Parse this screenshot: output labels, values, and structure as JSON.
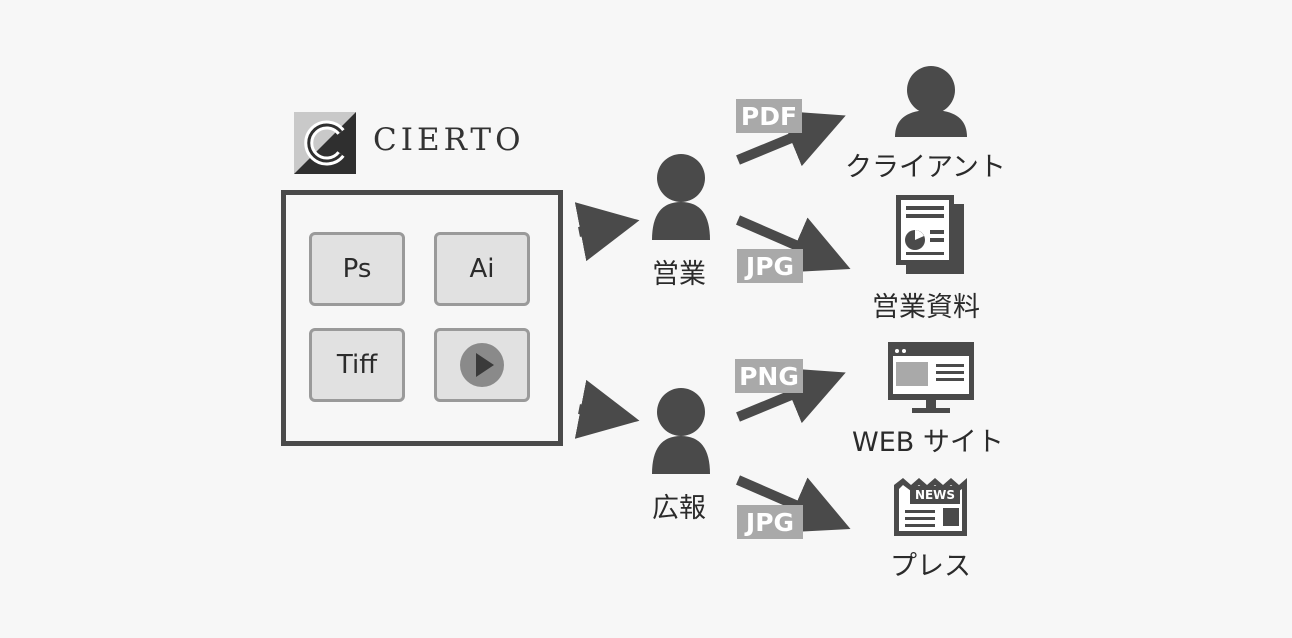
{
  "logo": {
    "name": "CIERTO",
    "icon": "cierto-logo-icon"
  },
  "repository": {
    "tiles": [
      {
        "label": "Ps"
      },
      {
        "label": "Ai"
      },
      {
        "label": "Tiff"
      },
      {
        "label": "",
        "icon": "play-icon"
      }
    ]
  },
  "departments": [
    {
      "label": "営業",
      "icon": "person-icon"
    },
    {
      "label": "広報",
      "icon": "person-icon"
    }
  ],
  "formats": [
    "PDF",
    "JPG",
    "PNG",
    "JPG"
  ],
  "destinations": [
    {
      "label": "クライアント",
      "icon": "person-icon"
    },
    {
      "label": "営業資料",
      "icon": "document-chart-icon"
    },
    {
      "label": "WEB サイト",
      "icon": "monitor-icon"
    },
    {
      "label": "プレス",
      "icon": "newspaper-icon",
      "badge": "NEWS"
    }
  ],
  "colors": {
    "dark": "#4a4a4a",
    "tag": "#a9a9a9",
    "tile": "#e1e1e1",
    "background": "#f7f7f7"
  }
}
